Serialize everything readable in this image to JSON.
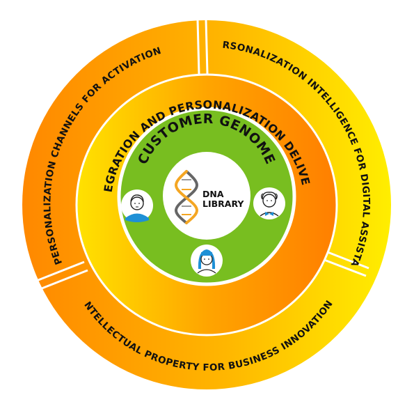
{
  "diagram": {
    "outer_ring": {
      "segments": [
        {
          "label": "PERSONALIZATION CHANNELS FOR ACTIVATION"
        },
        {
          "label": "PERSONALIZATION INTELLIGENCE FOR DIGITAL ASSISTANT"
        },
        {
          "label": "INTELLECTUAL PROPERTY FOR BUSINESS INNOVATION"
        }
      ]
    },
    "middle_ring": {
      "label": "INTEGRATION AND PERSONALIZATION DELIVERY"
    },
    "inner_disk": {
      "label": "CUSTOMER GENOME"
    },
    "core": {
      "line1": "DNA",
      "line2": "LIBRARY"
    },
    "colors": {
      "orange": "#ff8c00",
      "yellow": "#ffe600",
      "green": "#78be20",
      "blue": "#1e90d6",
      "text": "#111111"
    },
    "icons": [
      "man-avatar-icon",
      "bowtie-man-avatar-icon",
      "woman-avatar-icon",
      "dna-helix-icon"
    ]
  }
}
